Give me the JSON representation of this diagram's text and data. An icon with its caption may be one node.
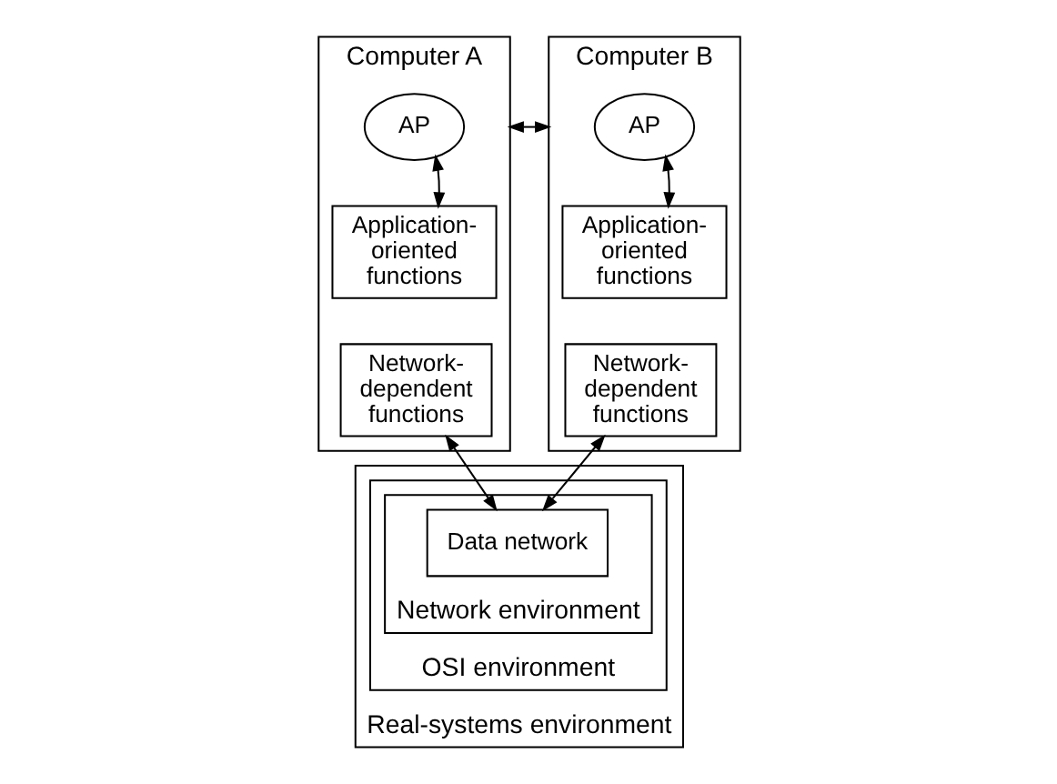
{
  "diagram": {
    "nodes": [
      {
        "text": [
          "Real-systems environment"
        ]
      },
      {
        "text": [
          "OSI environment"
        ],
        "in": 0
      },
      {
        "text": [
          "Network environment"
        ],
        "in": 1
      },
      {
        "text": [
          "Computer A"
        ]
      },
      {
        "text": [
          "AP"
        ],
        "in": 3
      },
      {
        "text": [
          "Application-oriented functions"
        ],
        "in": 3
      },
      {
        "text": [
          "Network-dependent functions"
        ],
        "in": 3
      },
      {
        "text": [
          "Computer B"
        ]
      },
      {
        "text": [
          "AP"
        ],
        "in": 7
      },
      {
        "text": [
          "Application-oriented functions"
        ],
        "in": 7
      },
      {
        "text": [
          "Network-dependent functions"
        ],
        "in": 7
      },
      {
        "text": [
          "Data network"
        ],
        "in": 2
      }
    ],
    "edges": [
      {
        "from": 3,
        "to": 7,
        "arrow": "both"
      },
      {
        "from": 4,
        "to": 5,
        "arrow": "both"
      },
      {
        "from": 8,
        "to": 9,
        "arrow": "both"
      },
      {
        "from": 6,
        "to": 11,
        "arrow": "both"
      },
      {
        "from": 10,
        "to": 11,
        "arrow": "both"
      }
    ]
  }
}
